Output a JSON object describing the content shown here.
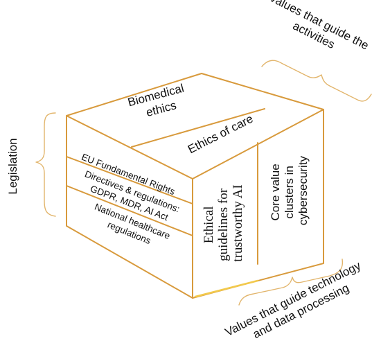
{
  "top_face": {
    "biomedical_ethics": [
      "Biomedical",
      "ethics"
    ],
    "ethics_of_care": "Ethics of care"
  },
  "left_face": {
    "eu_rights": "EU Fundamental  Rights",
    "directives": [
      "Directives & regulations:",
      "GDPR, MDR, AI Act"
    ],
    "national": [
      "National healthcare",
      "regulations"
    ]
  },
  "right_face": {
    "ethical_ai": [
      "Ethical",
      "guidelines for",
      "trustworthy AI"
    ],
    "cybersecurity": [
      "Core value",
      "clusters in",
      "cybersecurity"
    ]
  },
  "labels": {
    "legislation": "Legislation",
    "values_activities": [
      "Values that guide the",
      "activities"
    ],
    "values_technology": [
      "Values that guide technology",
      "and data processing"
    ]
  },
  "colors": {
    "edge": "#d89a3c",
    "brace": "#e2b56c",
    "text": "#111111"
  }
}
